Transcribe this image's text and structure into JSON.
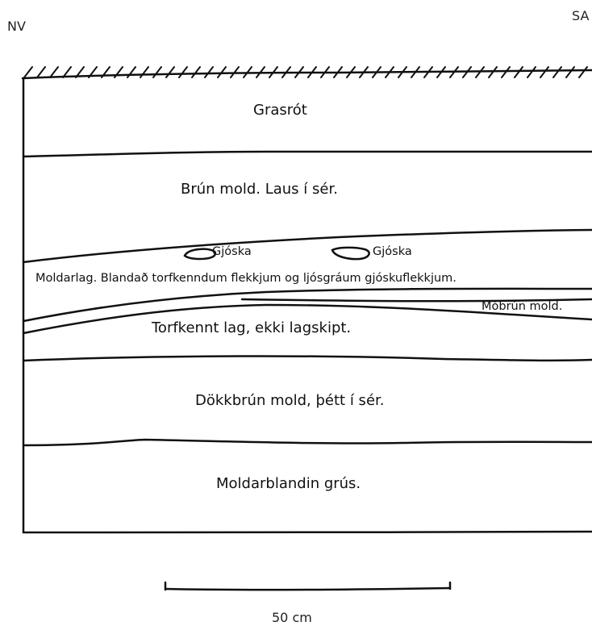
{
  "orientation": {
    "left": "NV",
    "right": "SA"
  },
  "layers": [
    {
      "label": "Grasrót"
    },
    {
      "label": "Brún mold.  Laus í sér."
    },
    {
      "label": "Moldarlag. Blandað torfkenndum flekkjum og ljósgráum gjóskuflekkjum."
    },
    {
      "label": "Móbrún mold."
    },
    {
      "label": "Torfkennt lag, ekki lagskipt."
    },
    {
      "label": "Dökkbrún mold, þétt í sér."
    },
    {
      "label": "Moldarblandin grús."
    }
  ],
  "tephra_patches": [
    {
      "label": "Gjóska"
    },
    {
      "label": "Gjóska"
    }
  ],
  "scale_bar": {
    "label": "50 cm"
  },
  "colors": {
    "ink": "#111111",
    "background": "#ffffff"
  }
}
